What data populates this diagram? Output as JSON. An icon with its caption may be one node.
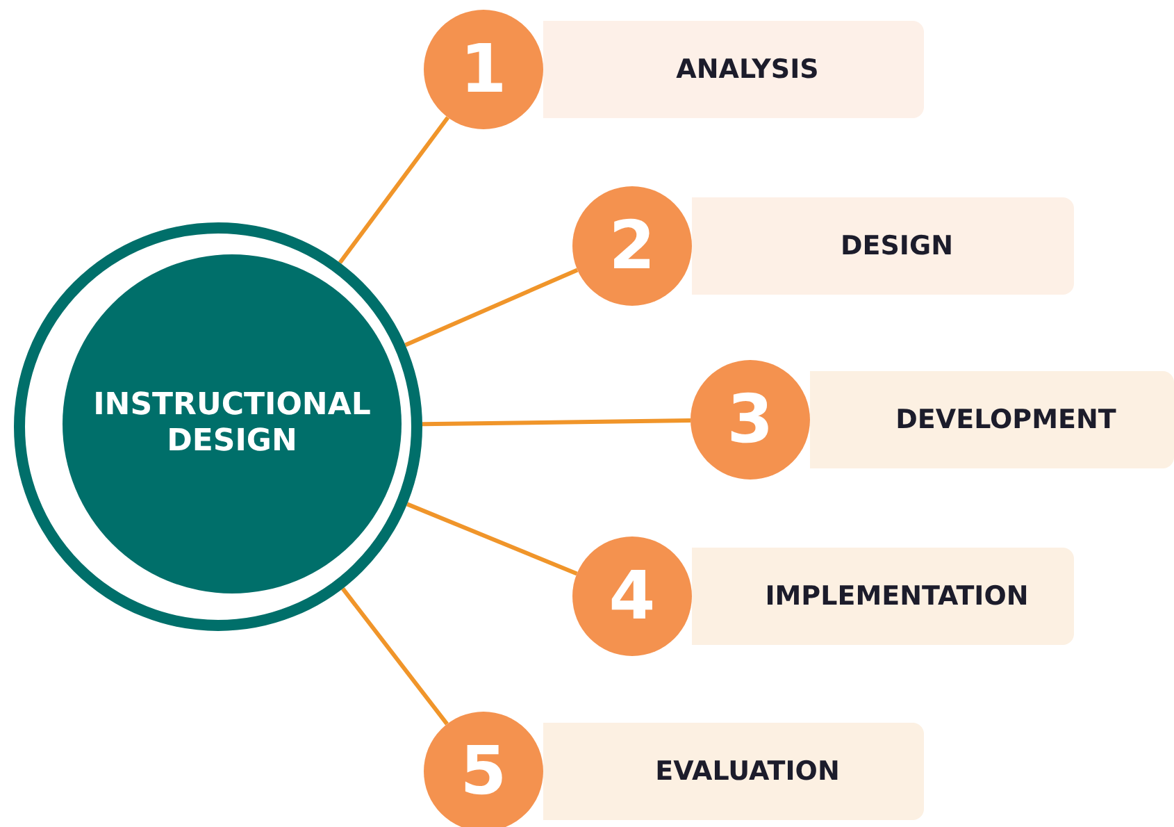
{
  "diagram": {
    "nodes": [
      {
        "text": [
          "INSTRUCTIONAL DESIGN"
        ]
      },
      {
        "text": [
          "1"
        ]
      },
      {
        "text": [
          "ANALYSIS"
        ]
      },
      {
        "text": [
          "2"
        ]
      },
      {
        "text": [
          "DESIGN"
        ]
      },
      {
        "text": [
          "3"
        ]
      },
      {
        "text": [
          "DEVELOPMENT"
        ]
      },
      {
        "text": [
          "4"
        ]
      },
      {
        "text": [
          "IMPLEMENTATION"
        ]
      },
      {
        "text": [
          "5"
        ]
      },
      {
        "text": [
          "EVALUATION"
        ]
      }
    ],
    "edges": [
      {
        "from": 0,
        "to": 1,
        "arrow": "none"
      },
      {
        "from": 0,
        "to": 3,
        "arrow": "none"
      },
      {
        "from": 0,
        "to": 5,
        "arrow": "none"
      },
      {
        "from": 0,
        "to": 7,
        "arrow": "none"
      },
      {
        "from": 0,
        "to": 9,
        "arrow": "none"
      }
    ]
  }
}
